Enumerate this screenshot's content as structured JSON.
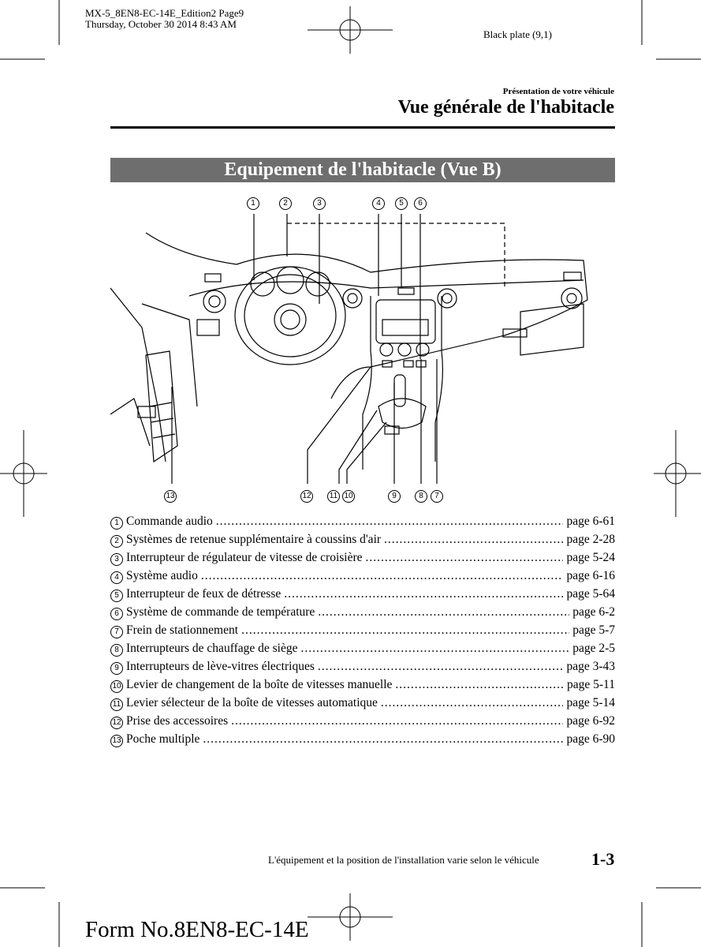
{
  "print_meta": {
    "line1": "MX-5_8EN8-EC-14E_Edition2 Page9",
    "line2": "Thursday, October 30 2014 8:43 AM",
    "plate": "Black plate (9,1)"
  },
  "header": {
    "section": "Présentation de votre véhicule",
    "title": "Vue générale de l'habitacle"
  },
  "banner": "Equipement de l'habitacle (Vue B)",
  "callouts_top": [
    "1",
    "2",
    "3",
    "4",
    "5",
    "6"
  ],
  "callouts_bottom": [
    "13",
    "12",
    "11",
    "10",
    "9",
    "8",
    "7"
  ],
  "items": [
    {
      "n": "1",
      "label": "Commande audio",
      "page": "page 6-61"
    },
    {
      "n": "2",
      "label": "Systèmes de retenue supplémentaire à coussins d'air",
      "page": "page 2-28"
    },
    {
      "n": "3",
      "label": "Interrupteur de régulateur de vitesse de croisière",
      "page": "page 5-24"
    },
    {
      "n": "4",
      "label": "Système audio",
      "page": "page 6-16"
    },
    {
      "n": "5",
      "label": "Interrupteur de feux de détresse",
      "page": "page 5-64"
    },
    {
      "n": "6",
      "label": "Système de commande de température",
      "page": "page 6-2"
    },
    {
      "n": "7",
      "label": "Frein de stationnement",
      "page": "page 5-7"
    },
    {
      "n": "8",
      "label": "Interrupteurs de chauffage de siège",
      "page": "page 2-5"
    },
    {
      "n": "9",
      "label": "Interrupteurs de lève-vitres électriques",
      "page": "page 3-43"
    },
    {
      "n": "10",
      "label": "Levier de changement de la boîte de vitesses manuelle",
      "page": "page 5-11"
    },
    {
      "n": "11",
      "label": "Levier sélecteur de la boîte de vitesses automatique",
      "page": "page 5-14"
    },
    {
      "n": "12",
      "label": "Prise des accessoires",
      "page": "page 6-92"
    },
    {
      "n": "13",
      "label": "Poche multiple",
      "page": "page 6-90"
    }
  ],
  "footer": {
    "note": "L'équipement et la position de l'installation varie selon le véhicule",
    "page_number": "1-3",
    "form_no": "Form No.8EN8-EC-14E"
  }
}
